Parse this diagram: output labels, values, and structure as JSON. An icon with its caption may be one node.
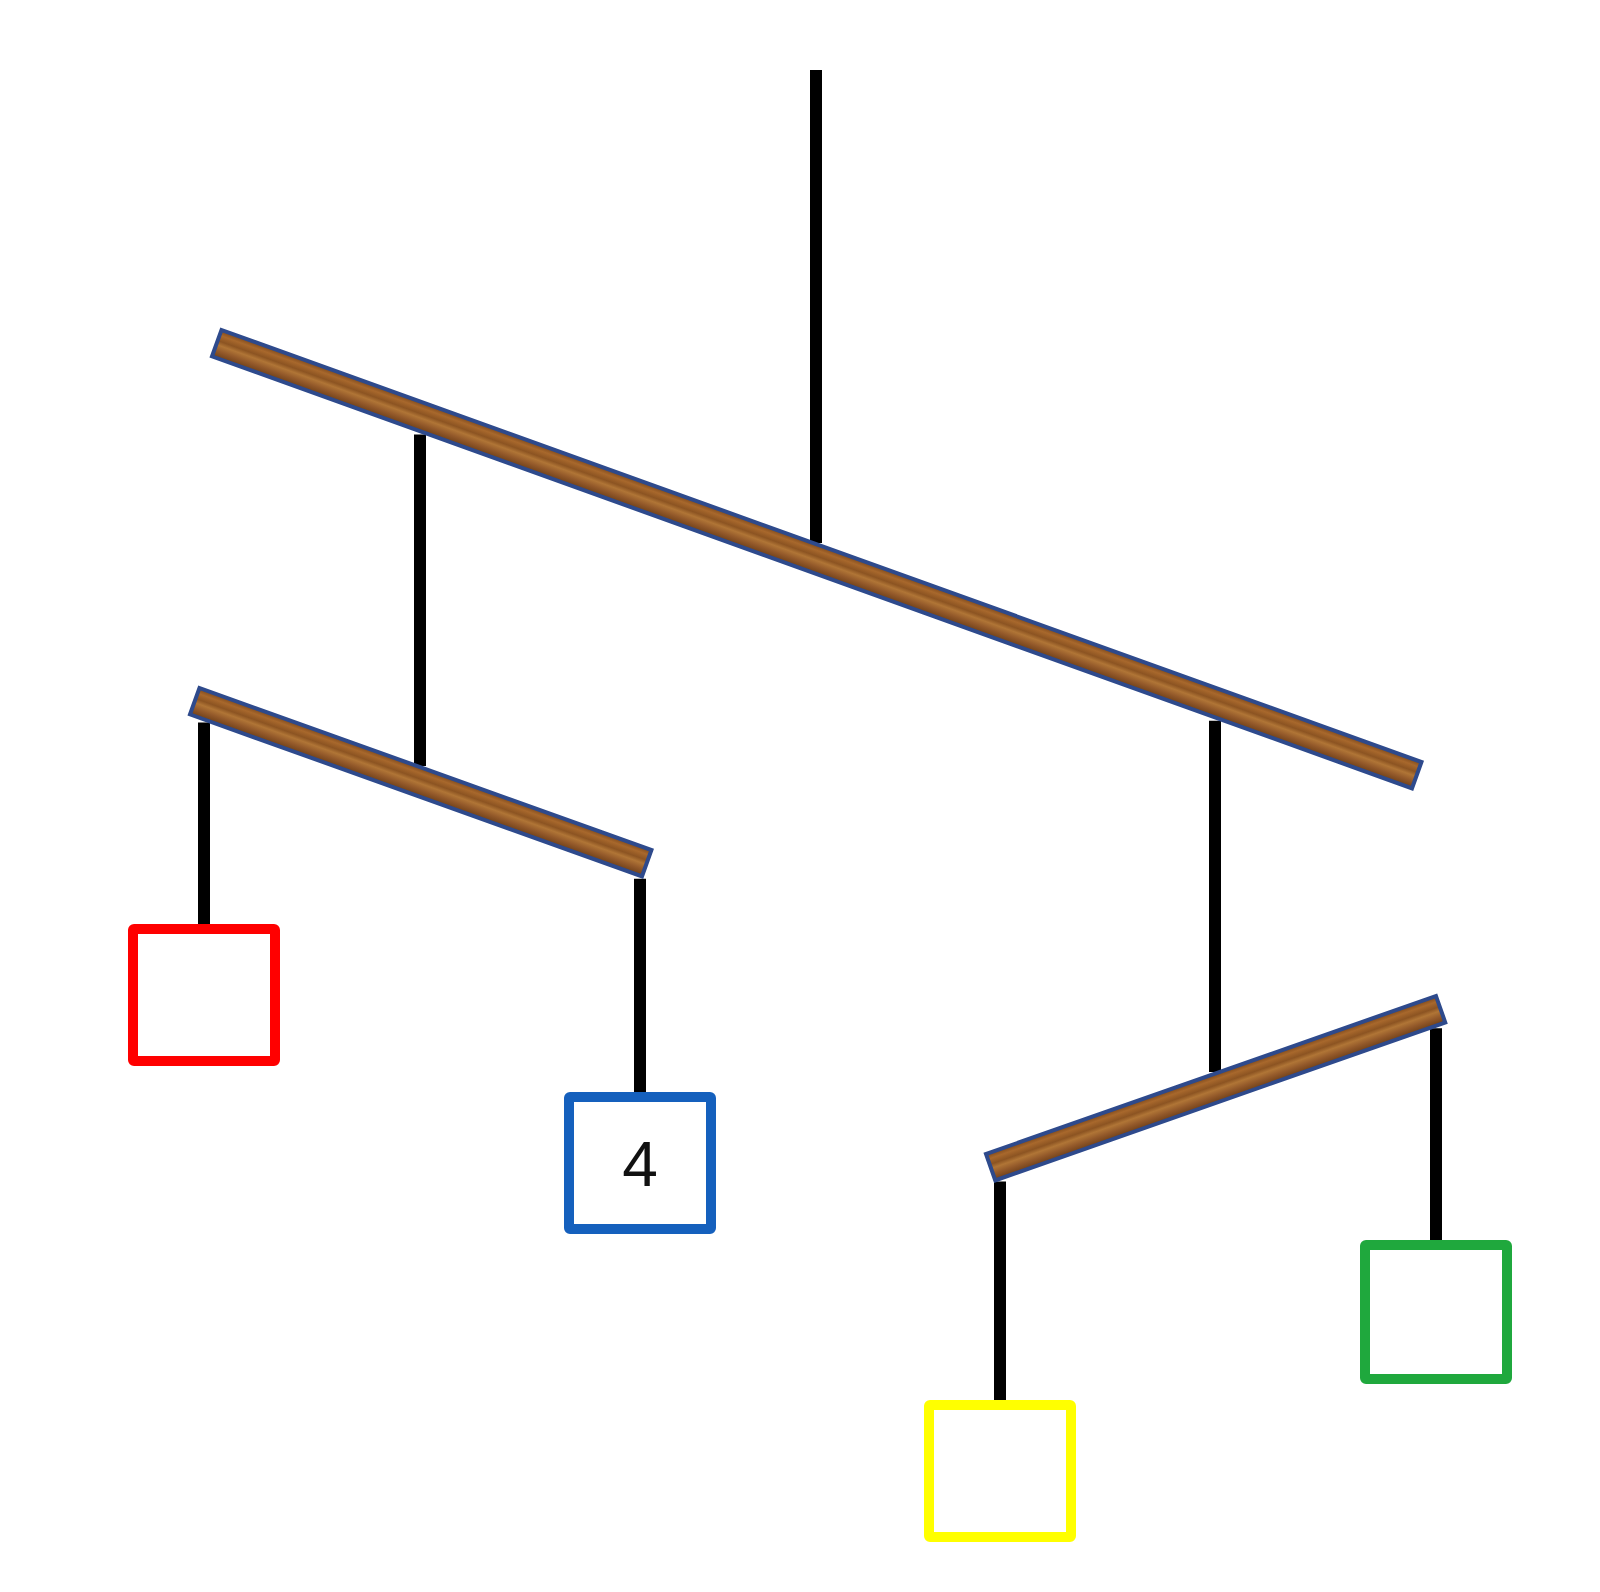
{
  "diagram": {
    "nodes": [
      {
        "text": [],
        "shape": "bar"
      },
      {
        "text": [],
        "shape": "bar"
      },
      {
        "text": [],
        "shape": "box"
      },
      {
        "text": [
          "4"
        ]
      },
      {
        "text": [],
        "shape": "bar"
      },
      {
        "text": [],
        "shape": "box"
      },
      {
        "text": [],
        "shape": "box"
      }
    ],
    "edges": [
      {
        "from": null,
        "to": 0,
        "arrow": "none"
      },
      {
        "from": 0,
        "to": 1,
        "arrow": "none"
      },
      {
        "from": 1,
        "to": 2,
        "arrow": "none"
      },
      {
        "from": 1,
        "to": 3,
        "arrow": "none"
      },
      {
        "from": 0,
        "to": 4,
        "arrow": "none"
      },
      {
        "from": 4,
        "to": 5,
        "arrow": "none"
      },
      {
        "from": 4,
        "to": 6,
        "arrow": "none"
      }
    ]
  }
}
